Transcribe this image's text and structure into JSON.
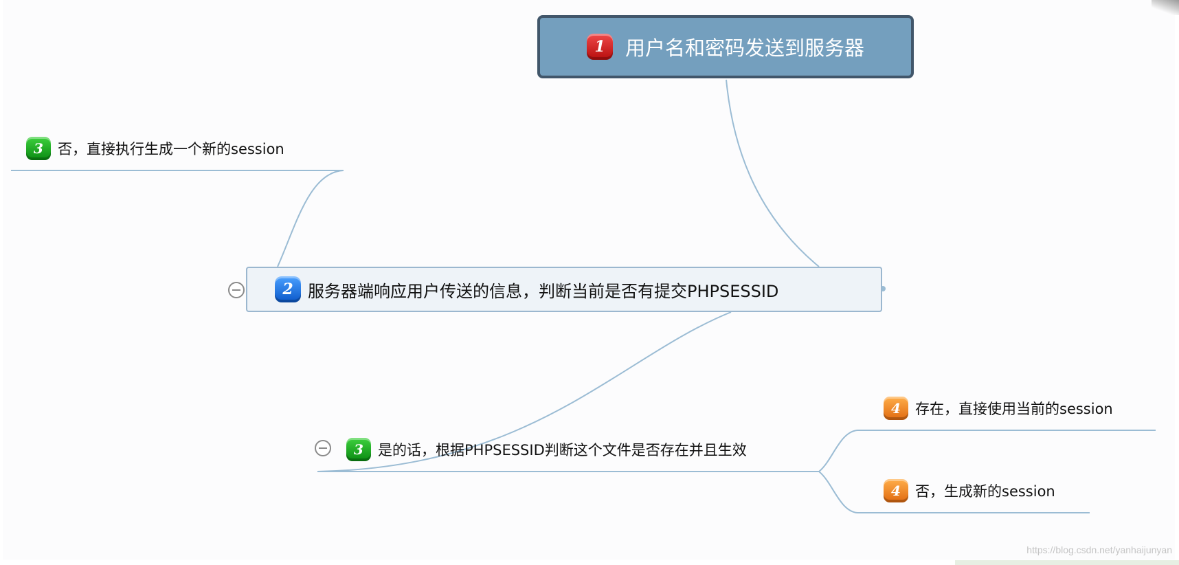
{
  "root": {
    "badge": "1",
    "label": "用户名和密码发送到服务器"
  },
  "main": {
    "badge": "2",
    "label": "服务器端响应用户传送的信息，判断当前是否有提交PHPSESSID"
  },
  "branch_no": {
    "badge": "3",
    "label": "否，直接执行生成一个新的session"
  },
  "branch_yes": {
    "badge": "3",
    "label": "是的话，根据PHPSESSID判断这个文件是否存在并且生效"
  },
  "leaf_exists": {
    "badge": "4",
    "label": "存在，直接使用当前的session"
  },
  "leaf_not": {
    "badge": "4",
    "label": "否，生成新的session"
  },
  "watermark": "https://blog.csdn.net/yanhaijunyan",
  "colors": {
    "root_fill": "#749fbe",
    "root_border": "#41566a",
    "connector": "#9bbcd4",
    "badge_red": "#d11a1a",
    "badge_blue": "#1a6fe0",
    "badge_green": "#18a21f",
    "badge_orange": "#f28b2a"
  }
}
